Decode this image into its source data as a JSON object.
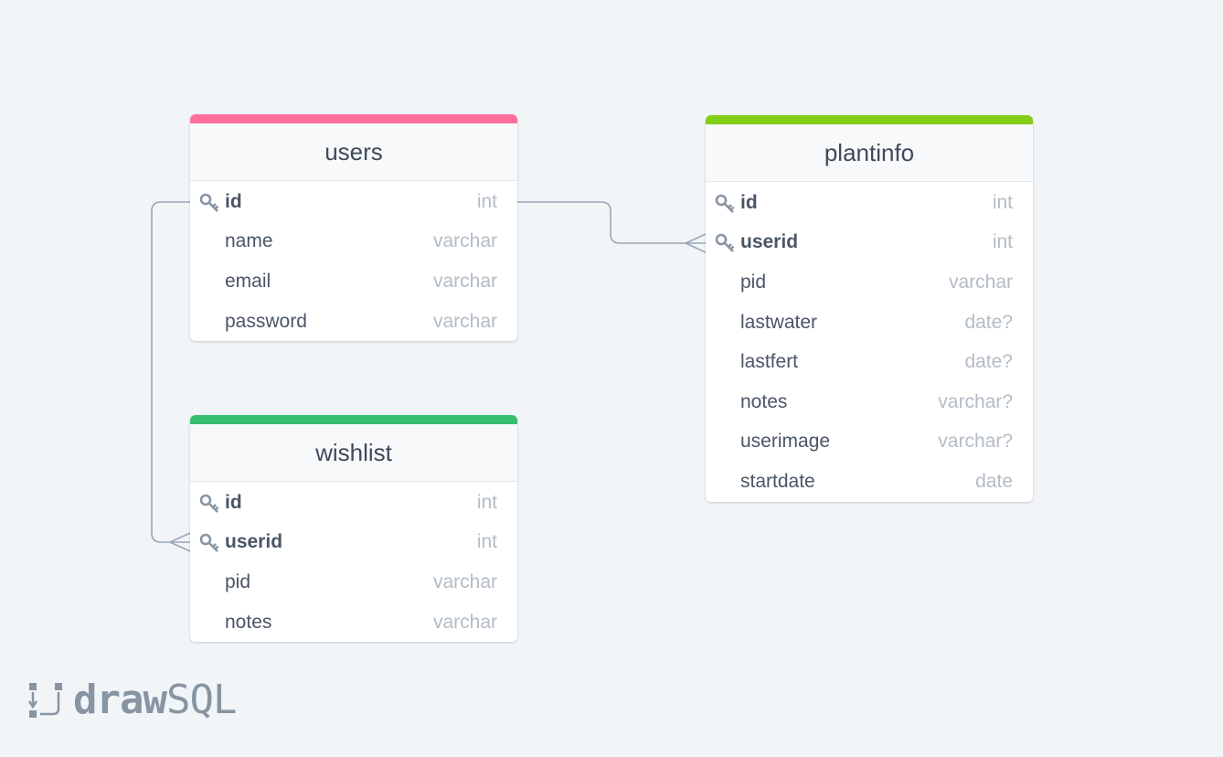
{
  "diagram": {
    "tables": [
      {
        "id": "users",
        "name": "users",
        "accent": "#ff6f9c",
        "columns": [
          {
            "name": "id",
            "type": "int",
            "key": true
          },
          {
            "name": "name",
            "type": "varchar",
            "key": false
          },
          {
            "name": "email",
            "type": "varchar",
            "key": false
          },
          {
            "name": "password",
            "type": "varchar",
            "key": false
          }
        ]
      },
      {
        "id": "plantinfo",
        "name": "plantinfo",
        "accent": "#82cd16",
        "columns": [
          {
            "name": "id",
            "type": "int",
            "key": true
          },
          {
            "name": "userid",
            "type": "int",
            "key": true
          },
          {
            "name": "pid",
            "type": "varchar",
            "key": false
          },
          {
            "name": "lastwater",
            "type": "date?",
            "key": false
          },
          {
            "name": "lastfert",
            "type": "date?",
            "key": false
          },
          {
            "name": "notes",
            "type": "varchar?",
            "key": false
          },
          {
            "name": "userimage",
            "type": "varchar?",
            "key": false
          },
          {
            "name": "startdate",
            "type": "date",
            "key": false
          }
        ]
      },
      {
        "id": "wishlist",
        "name": "wishlist",
        "accent": "#33bf6e",
        "columns": [
          {
            "name": "id",
            "type": "int",
            "key": true
          },
          {
            "name": "userid",
            "type": "int",
            "key": true
          },
          {
            "name": "pid",
            "type": "varchar",
            "key": false
          },
          {
            "name": "notes",
            "type": "varchar",
            "key": false
          }
        ]
      }
    ],
    "relations": [
      {
        "from": "users.id",
        "to": "plantinfo.userid",
        "cardinality": "one-to-many"
      },
      {
        "from": "users.id",
        "to": "wishlist.userid",
        "cardinality": "one-to-many"
      }
    ]
  },
  "logo": {
    "part_a": "draw",
    "part_b": "SQL"
  },
  "colors": {
    "background": "#f1f5f8",
    "connector": "#9aa7b8",
    "key_icon": "#8895a5"
  },
  "icons": {
    "key": "key-icon",
    "logo": "drawsql-logo-mark-icon"
  }
}
